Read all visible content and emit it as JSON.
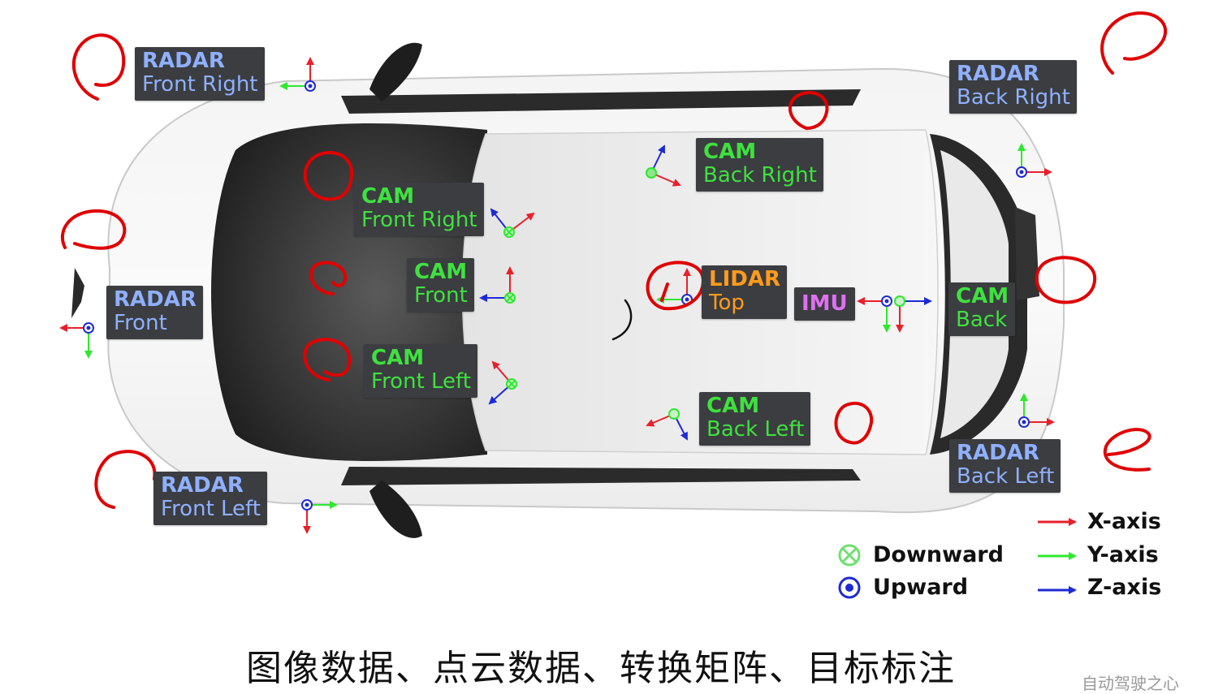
{
  "sensors": {
    "radar_front_right": {
      "kind": "RADAR",
      "pos": "Front Right"
    },
    "radar_front": {
      "kind": "RADAR",
      "pos": "Front"
    },
    "radar_front_left": {
      "kind": "RADAR",
      "pos": "Front Left"
    },
    "radar_back_right": {
      "kind": "RADAR",
      "pos": "Back Right"
    },
    "radar_back_left": {
      "kind": "RADAR",
      "pos": "Back Left"
    },
    "cam_front_right": {
      "kind": "CAM",
      "pos": "Front Right"
    },
    "cam_front": {
      "kind": "CAM",
      "pos": "Front"
    },
    "cam_front_left": {
      "kind": "CAM",
      "pos": "Front Left"
    },
    "cam_back_right": {
      "kind": "CAM",
      "pos": "Back Right"
    },
    "cam_back_left": {
      "kind": "CAM",
      "pos": "Back Left"
    },
    "cam_back": {
      "kind": "CAM",
      "pos": "Back"
    },
    "lidar_top": {
      "kind": "LIDAR",
      "pos": "Top"
    },
    "imu": {
      "kind": "IMU"
    }
  },
  "legend": {
    "downward": "Downward",
    "upward": "Upward",
    "x_axis": "X-axis",
    "y_axis": "Y-axis",
    "z_axis": "Z-axis"
  },
  "colors": {
    "x_axis": "#e8202a",
    "y_axis": "#2ee82e",
    "z_axis": "#1e2ad6",
    "annotation_ink": "#e00000",
    "label_background": "#3b3d40",
    "radar_text": "#8fb0ff",
    "cam_text": "#3fe13f",
    "lidar_text": "#ff9b1c",
    "imu_text": "#e16ff2"
  },
  "caption": "图像数据、点云数据、转换矩阵、目标标注",
  "watermark": "自动驾驶之心"
}
